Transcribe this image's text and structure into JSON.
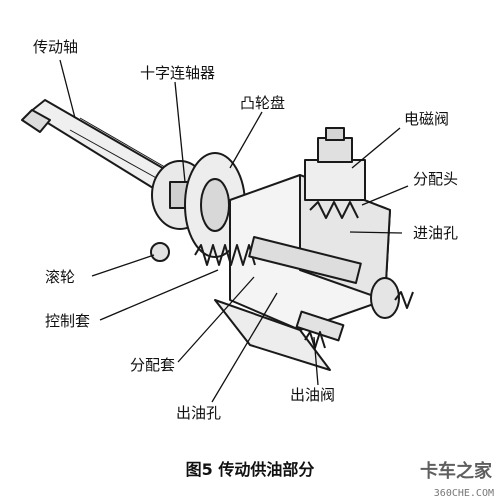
{
  "labels": {
    "drive_shaft": "传动轴",
    "cross_coupling": "十字连轴器",
    "cam_plate": "凸轮盘",
    "solenoid_valve": "电磁阀",
    "distributor_head": "分配头",
    "inlet_port": "进油孔",
    "roller": "滚轮",
    "control_sleeve": "控制套",
    "distributor_sleeve": "分配套",
    "outlet_port": "出油孔",
    "outlet_valve": "出油阀"
  },
  "caption": "图5  传动供油部分",
  "watermark": {
    "brand": "卡车之家",
    "url": "360CHE.COM"
  }
}
